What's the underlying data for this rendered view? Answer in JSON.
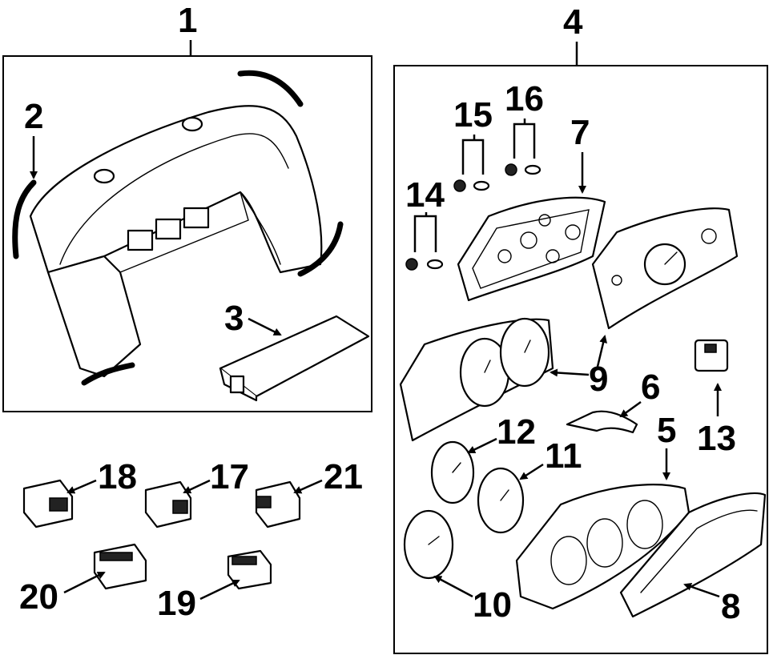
{
  "callouts": {
    "c1": "1",
    "c2": "2",
    "c3": "3",
    "c4": "4",
    "c5": "5",
    "c6": "6",
    "c7": "7",
    "c8": "8",
    "c9": "9",
    "c10": "10",
    "c11": "11",
    "c12": "12",
    "c13": "13",
    "c14": "14",
    "c15": "15",
    "c16": "16",
    "c17": "17",
    "c18": "18",
    "c19": "19",
    "c20": "20",
    "c21": "21"
  }
}
